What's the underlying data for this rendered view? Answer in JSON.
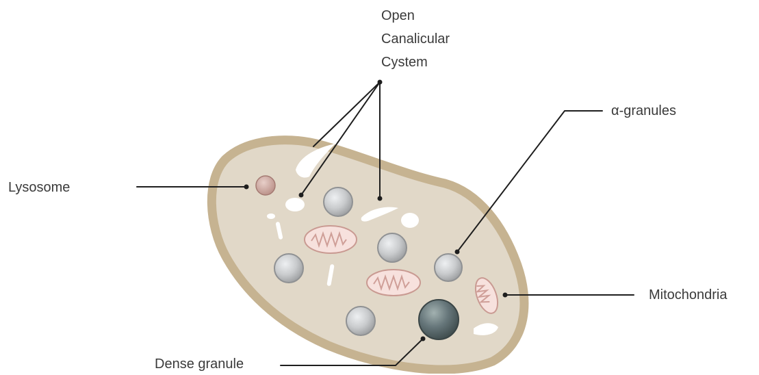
{
  "diagram": {
    "labels": {
      "ocs_line1": "Open",
      "ocs_line2": "Canalicular",
      "ocs_line3": "Cystem",
      "alpha_granules": "α-granules",
      "lysosome": "Lysosome",
      "mitochondria": "Mitochondria",
      "dense_granule": "Dense granule"
    },
    "colors": {
      "cell_fill": "#e1d8c8",
      "cell_outline": "#c6b391",
      "granule": "#c7c7c7",
      "dense_granule": "#5d6d6c",
      "lysosome": "#c9a29a",
      "mitochondria": "#f7e1dd",
      "canalicular": "#ffffff",
      "leader_line": "#1e1e1e"
    }
  }
}
